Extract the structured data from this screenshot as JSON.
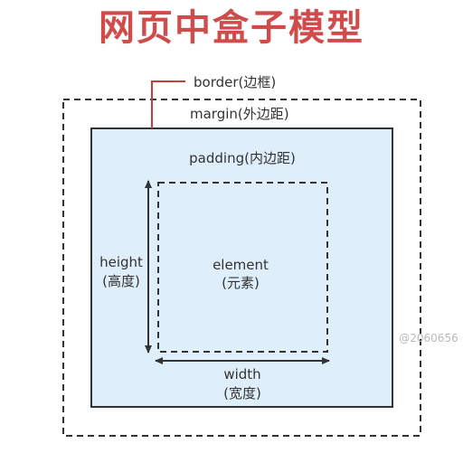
{
  "title": "网页中盒子模型",
  "labels": {
    "border": "border(边框)",
    "margin": "margin(外边距)",
    "padding": "padding(内边距)",
    "element_line1": "element",
    "element_line2": "(元素)",
    "height_line1": "height",
    "height_line2": "(高度)",
    "width_line1": "width",
    "width_line2": "(宽度)"
  },
  "watermark": "@2060656",
  "colors": {
    "title": "#d14b4b",
    "border_callout": "#c73b3b",
    "border_box_stroke": "#333333",
    "border_box_fill": "#deeefa",
    "dashed_stroke": "#333333",
    "arrow": "#333333",
    "text": "#333333",
    "watermark": "#b9b9b9"
  }
}
